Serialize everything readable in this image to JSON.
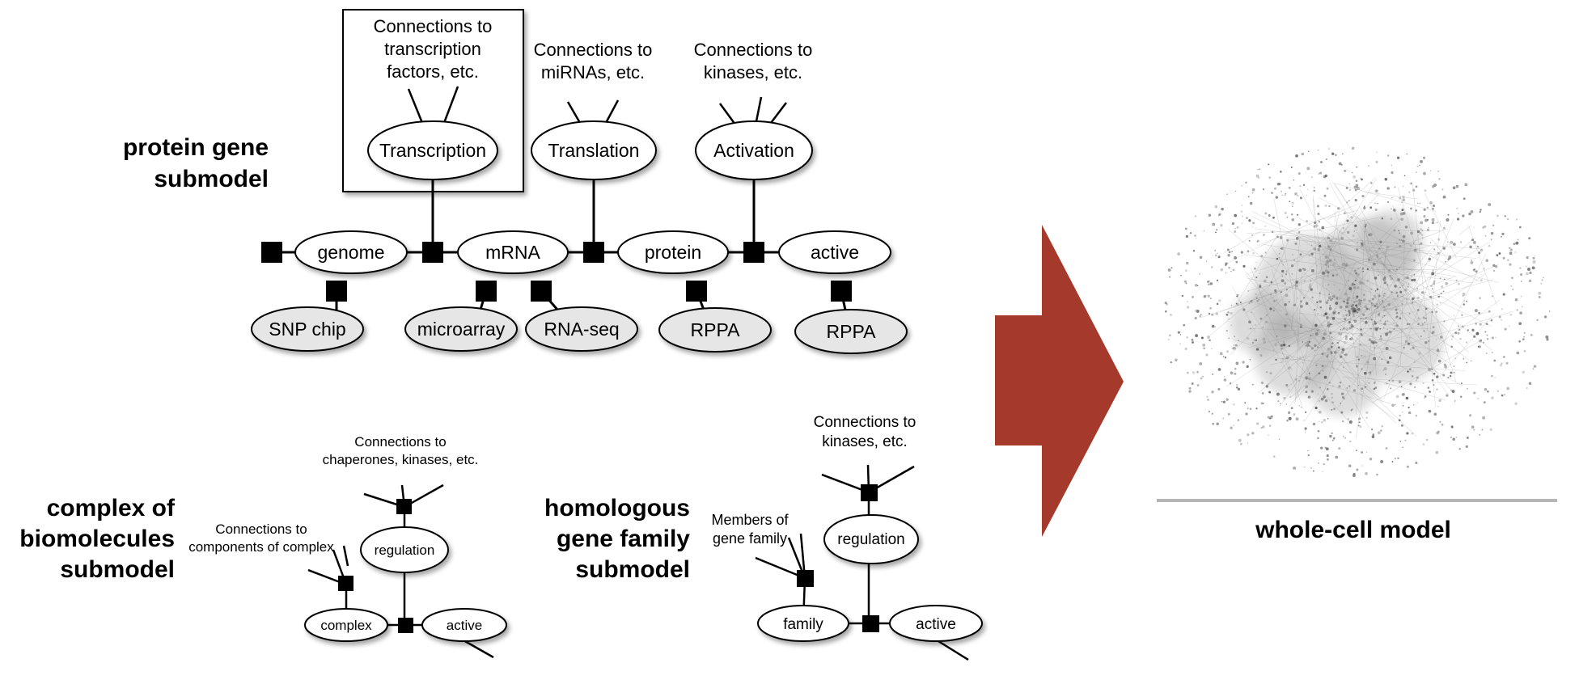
{
  "protein_gene_submodel": {
    "title_line1": "protein gene",
    "title_line2": "submodel",
    "box_label_line1": "Connections to",
    "box_label_line2": "transcription",
    "box_label_line3": "factors, etc.",
    "mirna_label_line1": "Connections to",
    "mirna_label_line2": "miRNAs, etc.",
    "kinase_label_line1": "Connections to",
    "kinase_label_line2": "kinases, etc.",
    "transcription": "Transcription",
    "translation": "Translation",
    "activation": "Activation",
    "genome": "genome",
    "mrna": "mRNA",
    "protein": "protein",
    "active": "active",
    "snp_chip": "SNP chip",
    "microarray": "microarray",
    "rna_seq": "RNA-seq",
    "rppa_1": "RPPA",
    "rppa_2": "RPPA"
  },
  "complex_submodel": {
    "title_line1": "complex of",
    "title_line2": "biomolecules",
    "title_line3": "submodel",
    "chaperone_label_line1": "Connections to",
    "chaperone_label_line2": "chaperones, kinases, etc.",
    "component_label_line1": "Connections to",
    "component_label_line2": "components of complex",
    "regulation": "regulation",
    "complex": "complex",
    "active": "active"
  },
  "gene_family_submodel": {
    "title_line1": "homologous",
    "title_line2": "gene family",
    "title_line3": "submodel",
    "kinase_label_line1": "Connections to",
    "kinase_label_line2": "kinases, etc.",
    "members_label_line1": "Members of",
    "members_label_line2": "gene family",
    "regulation": "regulation",
    "family": "family",
    "active": "active"
  },
  "arrow": {
    "color": "#a5392b"
  },
  "whole_cell": {
    "caption": "whole-cell model"
  }
}
